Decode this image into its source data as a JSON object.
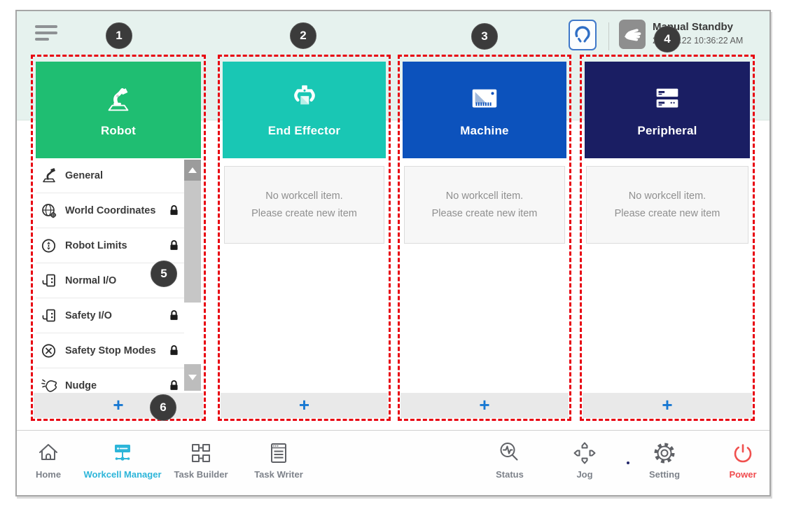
{
  "topbar": {
    "state": "Manual Standby",
    "datetime": "2022.2.22 10:36:22 AM"
  },
  "badges": [
    "1",
    "2",
    "3",
    "4",
    "5",
    "6"
  ],
  "empty_state": {
    "line1": "No workcell item.",
    "line2": "Please create new item"
  },
  "columns": [
    {
      "label": "Robot",
      "color": "#1fbe72",
      "add_label": "+",
      "items": [
        {
          "label": "General",
          "icon": "robot-arm-icon",
          "locked": false
        },
        {
          "label": "World Coordinates",
          "icon": "world-coordinates-icon",
          "locked": true
        },
        {
          "label": "Robot Limits",
          "icon": "robot-limits-icon",
          "locked": true
        },
        {
          "label": "Normal I/O",
          "icon": "io-icon",
          "locked": false
        },
        {
          "label": "Safety I/O",
          "icon": "io-icon",
          "locked": true
        },
        {
          "label": "Safety Stop Modes",
          "icon": "stop-modes-icon",
          "locked": true
        },
        {
          "label": "Nudge",
          "icon": "nudge-icon",
          "locked": true
        }
      ]
    },
    {
      "label": "End Effector",
      "color": "#19c7b4",
      "add_label": "+"
    },
    {
      "label": "Machine",
      "color": "#0c52bc",
      "add_label": "+"
    },
    {
      "label": "Peripheral",
      "color": "#1a1e63",
      "add_label": "+"
    }
  ],
  "nav": [
    {
      "label": "Home",
      "active": false
    },
    {
      "label": "Workcell Manager",
      "active": true
    },
    {
      "label": "Task Builder",
      "active": false
    },
    {
      "label": "Task Writer",
      "active": false
    },
    {
      "label": "Status",
      "active": false
    },
    {
      "label": "Jog",
      "active": false
    },
    {
      "label": "Setting",
      "active": false
    },
    {
      "label": "Power",
      "active": false
    }
  ],
  "colors": {
    "top_band": "#e6f2ee",
    "annotation_red": "#e8000f",
    "badge_bg": "#3b3b3b",
    "add_button_blue": "#1878d2",
    "nav_active": "#2cb5d9",
    "power_red": "#f04b4e"
  }
}
